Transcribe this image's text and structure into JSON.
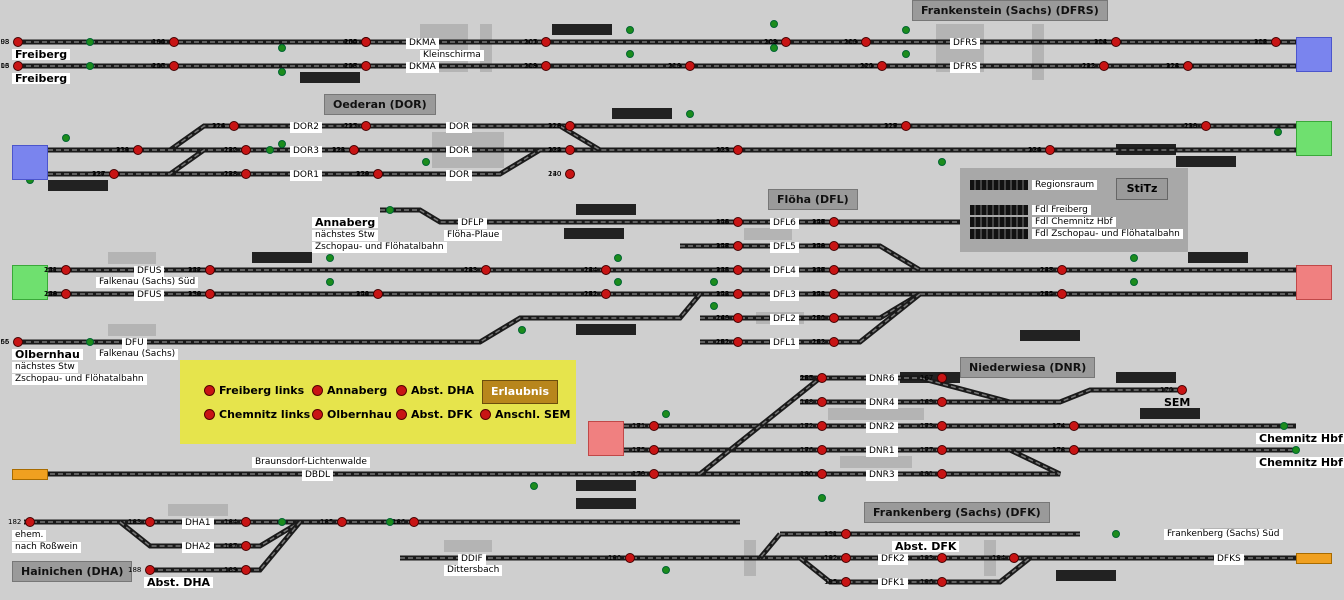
{
  "stations": {
    "frankenstein": "Frankenstein (Sachs) (DFRS)",
    "oederan": "Oederan (DOR)",
    "floeha": "Flöha (DFL)",
    "niederwiesa": "Niederwiesa (DNR)",
    "frankenberg": "Frankenberg (Sachs) (DFK)",
    "hainichen": "Hainichen (DHA)"
  },
  "places": {
    "freiberg1": "Freiberg",
    "freiberg2": "Freiberg",
    "annaberg": "Annaberg",
    "annaberg_sub1": "nächstes Stw",
    "annaberg_sub2": "Zschopau- und Flöhatalbahn",
    "olbernhau": "Olbernhau",
    "olbernhau_sub1": "nächstes Stw",
    "olbernhau_sub2": "Zschopau- und Flöhatalbahn",
    "chemnitz1": "Chemnitz Hbf",
    "chemnitz2": "Chemnitz Hbf",
    "sem": "SEM",
    "abst_dfk": "Abst. DFK",
    "abst_dha": "Abst. DHA",
    "ehem1": "ehem.",
    "ehem2": "nach Roßwein"
  },
  "labels": {
    "kleinschirma": "Kleinschirma",
    "floeha_plaue": "Flöha-Plaue",
    "falkenau_sued": "Falkenau (Sachs) Süd",
    "falkenau": "Falkenau (Sachs)",
    "braunsdorf": "Braunsdorf-Lichtenwalde",
    "dittersbach": "Dittersbach",
    "frankenberg_sued": "Frankenberg (Sachs) Süd"
  },
  "track_labels": [
    "DKMA",
    "DKMA",
    "DFRS",
    "DFRS",
    "DOR2",
    "DOR3",
    "DOR1",
    "DOR",
    "DOR",
    "DOR",
    "DFLP",
    "DFUS",
    "DFUS",
    "DFU",
    "DFL6",
    "DFL5",
    "DFL4",
    "DFL3",
    "DFL2",
    "DFL1",
    "DNR6",
    "DNR4",
    "DNR2",
    "DNR1",
    "DNR3",
    "DBDL",
    "DHA1",
    "DHA2",
    "DDIF",
    "DFK2",
    "DFK1",
    "DFKS"
  ],
  "signal_numbers": [
    "103",
    "104",
    "106",
    "107",
    "108",
    "110",
    "111",
    "112",
    "113",
    "116",
    "117",
    "118",
    "119",
    "120",
    "123",
    "124",
    "126",
    "127",
    "128",
    "129",
    "130",
    "131",
    "132",
    "133",
    "134",
    "135",
    "136",
    "137",
    "138",
    "139",
    "140",
    "141",
    "142",
    "143",
    "144",
    "145",
    "147",
    "148",
    "149",
    "150",
    "151",
    "152",
    "153",
    "154",
    "155",
    "156",
    "157",
    "158",
    "159",
    "160",
    "161",
    "162",
    "163",
    "164",
    "165",
    "166",
    "167",
    "168",
    "169",
    "170",
    "171",
    "172",
    "173",
    "174",
    "175",
    "176",
    "177",
    "178",
    "179",
    "180",
    "181",
    "182",
    "183",
    "184",
    "185",
    "186",
    "187",
    "188",
    "189",
    "190",
    "191",
    "192",
    "193",
    "194",
    "195",
    "196",
    "198",
    "199",
    "200",
    "201",
    "202",
    "203",
    "204",
    "205",
    "206",
    "207",
    "208",
    "209",
    "210",
    "211",
    "212",
    "213",
    "214",
    "215",
    "216",
    "217",
    "218",
    "219",
    "220",
    "221",
    "222",
    "223",
    "224",
    "227",
    "228",
    "229",
    "230",
    "231",
    "232",
    "233",
    "234",
    "235",
    "236",
    "237",
    "238",
    "239",
    "240",
    "241",
    "242",
    "243",
    "244",
    "245",
    "246",
    "247",
    "248",
    "249",
    "250",
    "251",
    "252",
    "255",
    "256",
    "257"
  ],
  "legend": {
    "freiberg_links": "Freiberg links",
    "chemnitz_links": "Chemnitz links",
    "annaberg": "Annaberg",
    "olbernhau": "Olbernhau",
    "abst_dha": "Abst. DHA",
    "abst_dfk": "Abst. DFK",
    "anschl_sem": "Anschl. SEM",
    "erlaubnis": "Erlaubnis"
  },
  "region": {
    "title": "StiTz",
    "items": [
      "Regionsraum",
      "Fdl Freiberg",
      "Fdl Chemnitz Hbf",
      "Fdl Zschopau- und Flöhatalbahn"
    ]
  },
  "colors": {
    "background": "#cfcfcf",
    "track": "#1a1a1a",
    "signal_red": "#c81414",
    "signal_green": "#1c8c1c",
    "end_blue": "#7a84ee",
    "end_green": "#6fe06f",
    "end_red": "#f08080",
    "end_orange": "#f0a020",
    "legend_yellow": "#e6e44c",
    "erlaubnis": "#b8861c"
  }
}
